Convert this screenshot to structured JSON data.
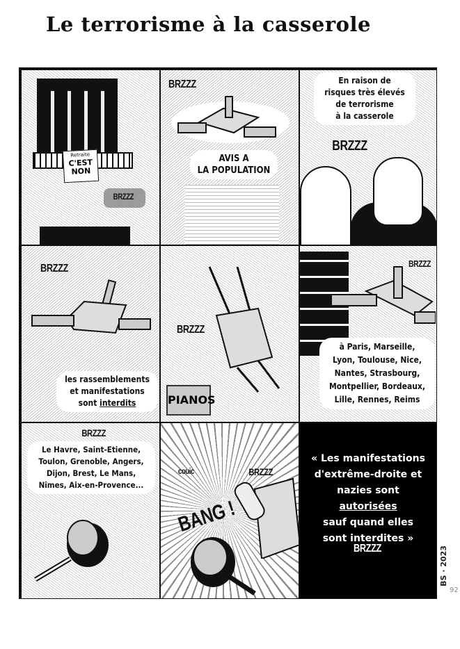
{
  "title": "Le terrorisme à la casserole",
  "panels": [
    {
      "sign": [
        "Retraite",
        "C'EST",
        "NON"
      ],
      "sfx": "BRZZZ"
    },
    {
      "sfx": "BRZZZ",
      "bubble": [
        "AVIS A",
        "LA POPULATION"
      ]
    },
    {
      "bubble": [
        "En raison de",
        "risques très élevés",
        "de terrorisme",
        "à la casserole"
      ],
      "sfx": "BRZZZ"
    },
    {
      "sfx": "BRZZZ",
      "bubble": [
        "les rassemblements",
        "et manifestations",
        "sont",
        "interdits"
      ]
    },
    {
      "sfx": "BRZZZ",
      "shop_sign": "PIANOS"
    },
    {
      "sfx": "BRZZZ",
      "bubble": [
        "à Paris, Marseille,",
        "Lyon, Toulouse, Nice,",
        "Nantes, Strasbourg,",
        "Montpellier, Bordeaux,",
        "Lille, Rennes, Reims"
      ]
    },
    {
      "sfx": "BRZZZ",
      "bubble": [
        "Le Havre, Saint-Etienne,",
        "Toulon, Grenoble, Angers,",
        "Dijon, Brest, Le Mans,",
        "Nîmes, Aix-en-Provence..."
      ]
    },
    {
      "sfx_couic": "couic",
      "sfx": "BRZZZ",
      "sfx_bang": "BANG !"
    },
    {
      "quote": [
        "« Les manifestations",
        "d'extrême-droite et",
        "nazies sont",
        "autorisées",
        "sauf quand elles",
        "sont interdites »"
      ],
      "sfx": "BRZZZ"
    }
  ],
  "signature": "BS · 2023",
  "page_number": "92"
}
